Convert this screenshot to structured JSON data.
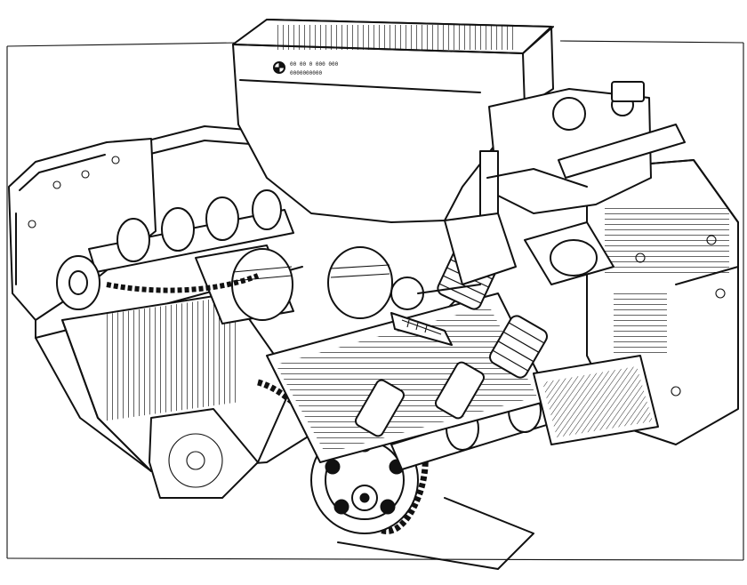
{
  "figure": {
    "kind": "technical cutaway illustration",
    "ink_color": "#111111",
    "paper_color": "#ffffff"
  },
  "airbox": {
    "plate_line_1": "00 00 0 000 000",
    "plate_line_2": "0000000000"
  }
}
